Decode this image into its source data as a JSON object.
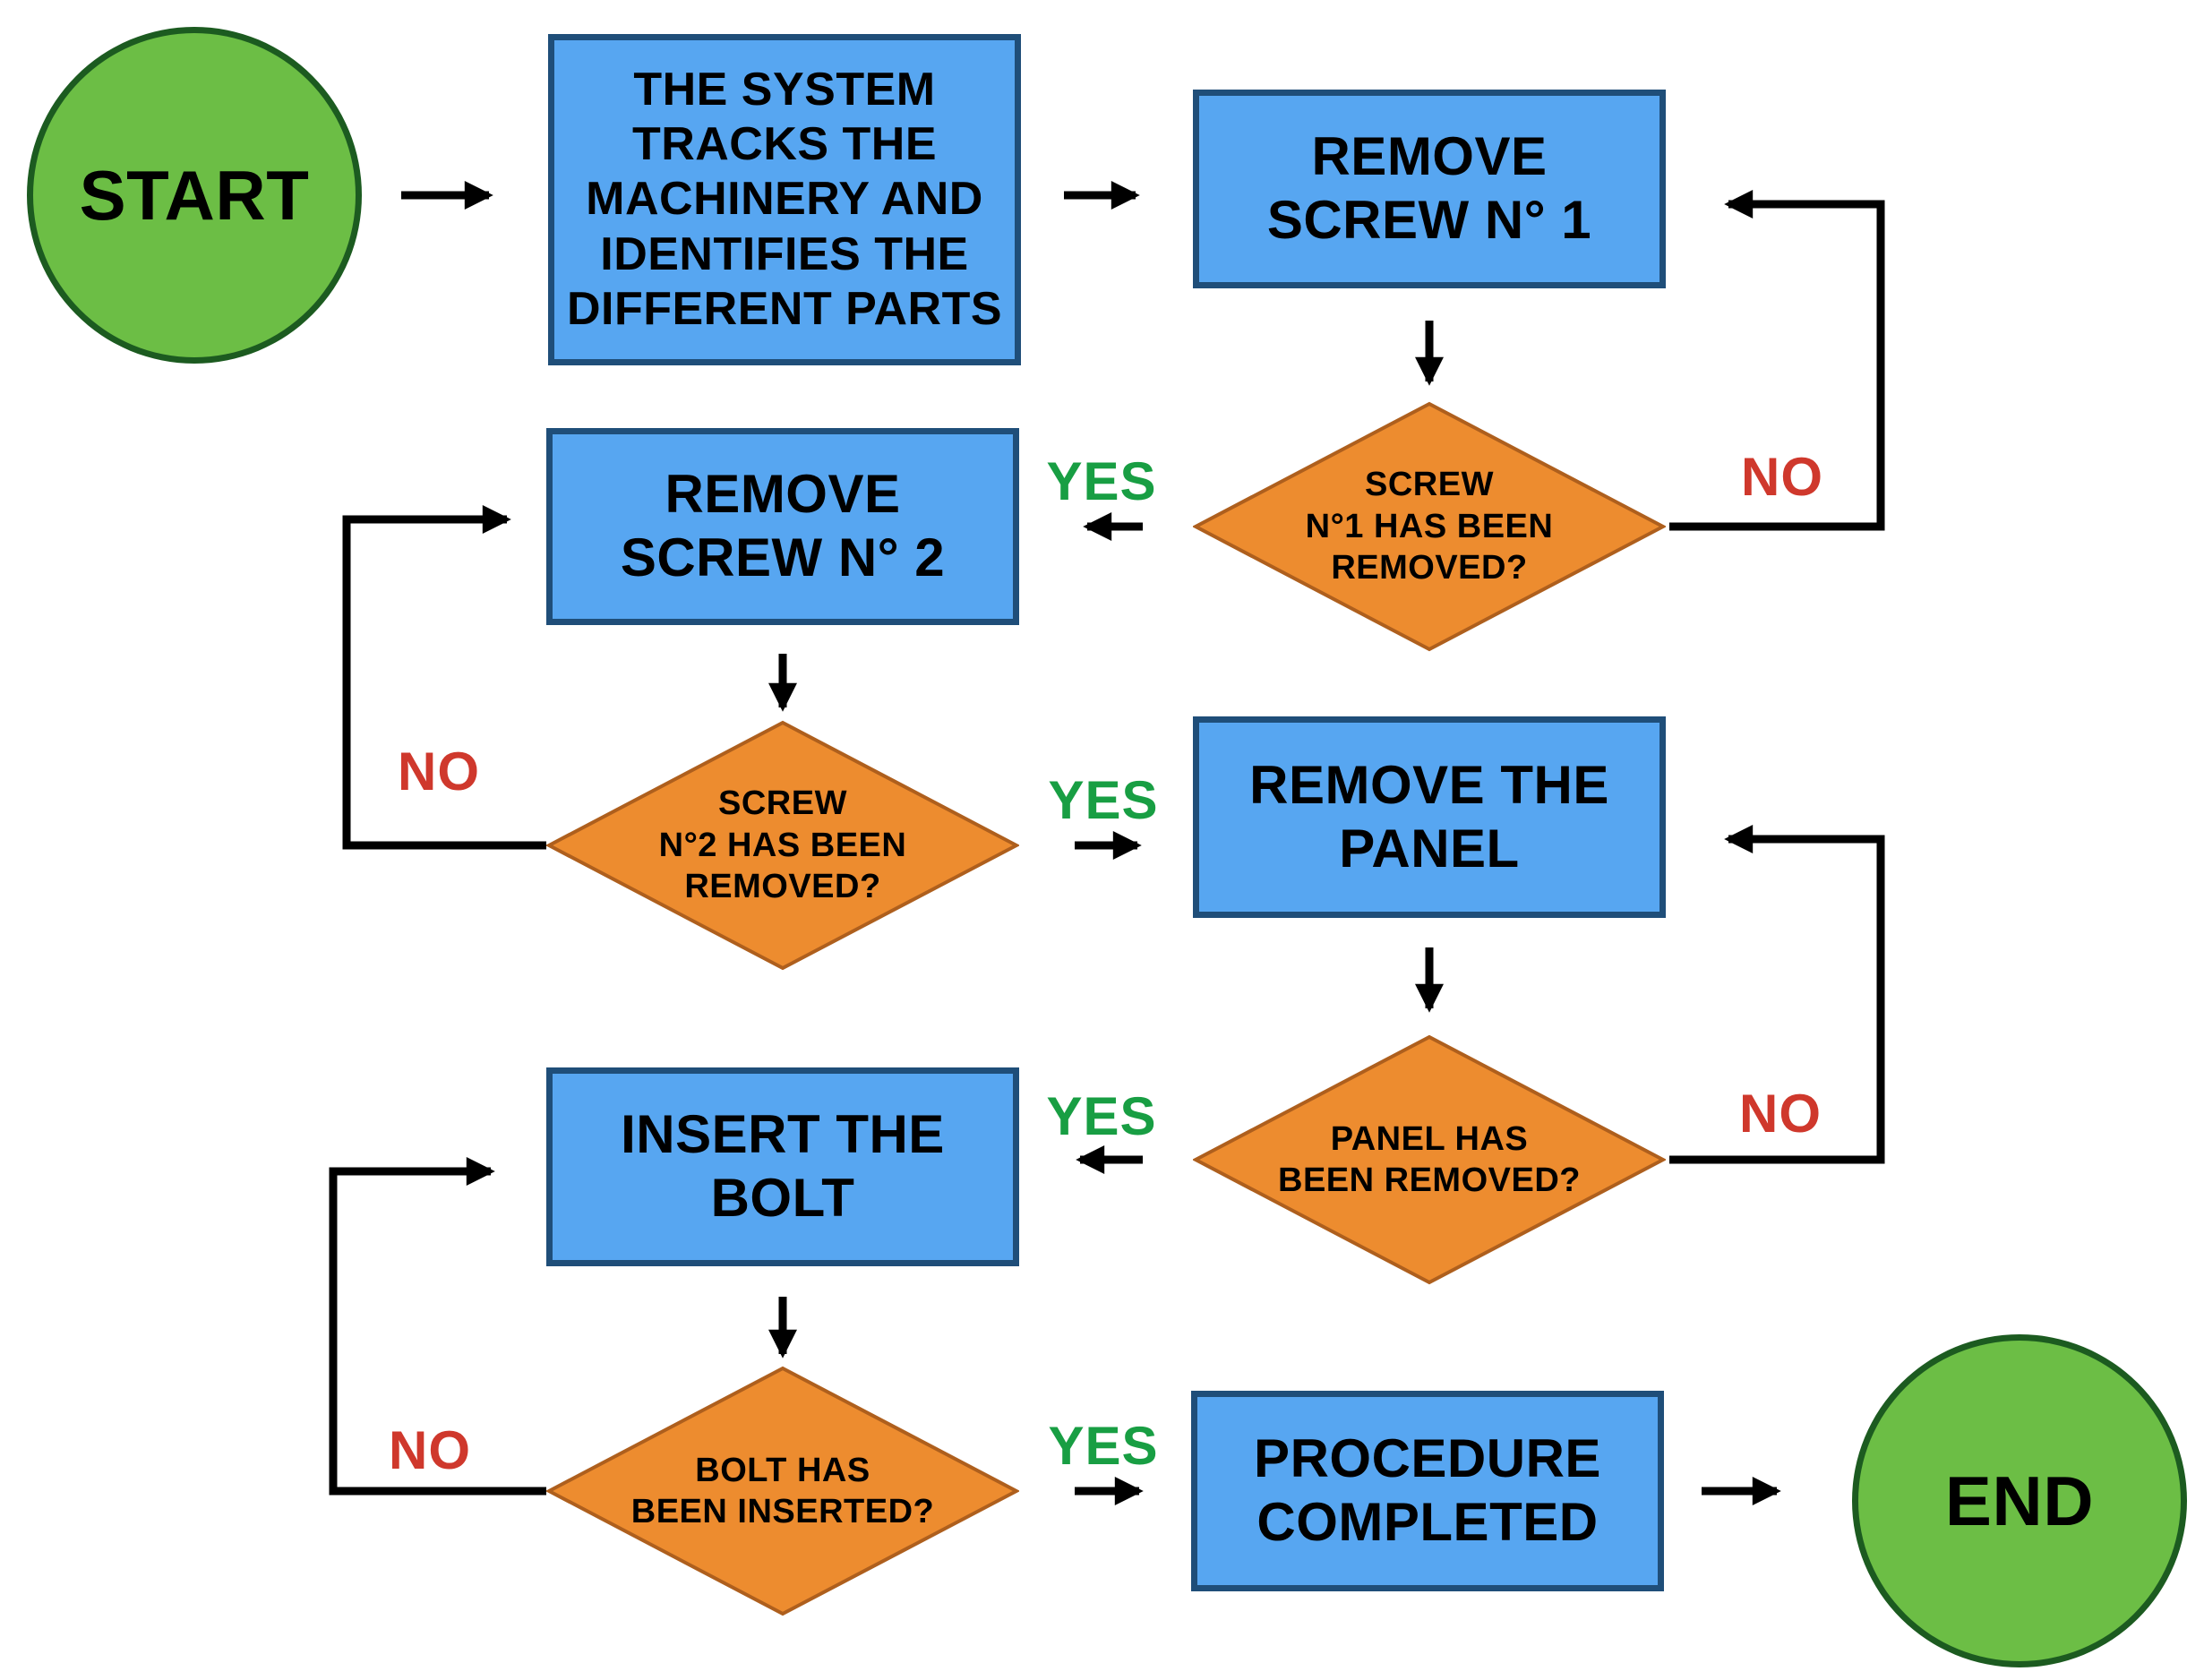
{
  "colors": {
    "process_fill": "#57A6F1",
    "process_border": "#1F4E79",
    "decision_fill": "#ED8C2F",
    "decision_border": "#AE5F1D",
    "terminal_fill": "#6CBE45",
    "terminal_border": "#1C5B20",
    "yes_label": "#189E43",
    "no_label": "#CF382C",
    "arrow": "#000000"
  },
  "nodes": {
    "start": {
      "type": "terminal",
      "label": "START"
    },
    "system": {
      "type": "process",
      "label": "THE SYSTEM\nTRACKS THE\nMACHINERY AND\nIDENTIFIES THE\nDIFFERENT PARTS"
    },
    "screw1": {
      "type": "process",
      "label": "REMOVE\nSCREW N° 1"
    },
    "check1": {
      "type": "decision",
      "label": "SCREW\nN°1 HAS BEEN\nREMOVED?"
    },
    "screw2": {
      "type": "process",
      "label": "REMOVE\nSCREW N° 2"
    },
    "check2": {
      "type": "decision",
      "label": "SCREW\nN°2 HAS BEEN\nREMOVED?"
    },
    "panel": {
      "type": "process",
      "label": "REMOVE THE\nPANEL"
    },
    "check3": {
      "type": "decision",
      "label": "PANEL HAS\nBEEN REMOVED?"
    },
    "bolt": {
      "type": "process",
      "label": "INSERT THE\nBOLT"
    },
    "check4": {
      "type": "decision",
      "label": "BOLT HAS\nBEEN INSERTED?"
    },
    "complete": {
      "type": "process",
      "label": "PROCEDURE\nCOMPLETED"
    },
    "end": {
      "type": "terminal",
      "label": "END"
    }
  },
  "edge_labels": {
    "check1_yes": "YES",
    "check1_no": "NO",
    "check2_yes": "YES",
    "check2_no": "NO",
    "check3_yes": "YES",
    "check3_no": "NO",
    "check4_yes": "YES",
    "check4_no": "NO"
  }
}
